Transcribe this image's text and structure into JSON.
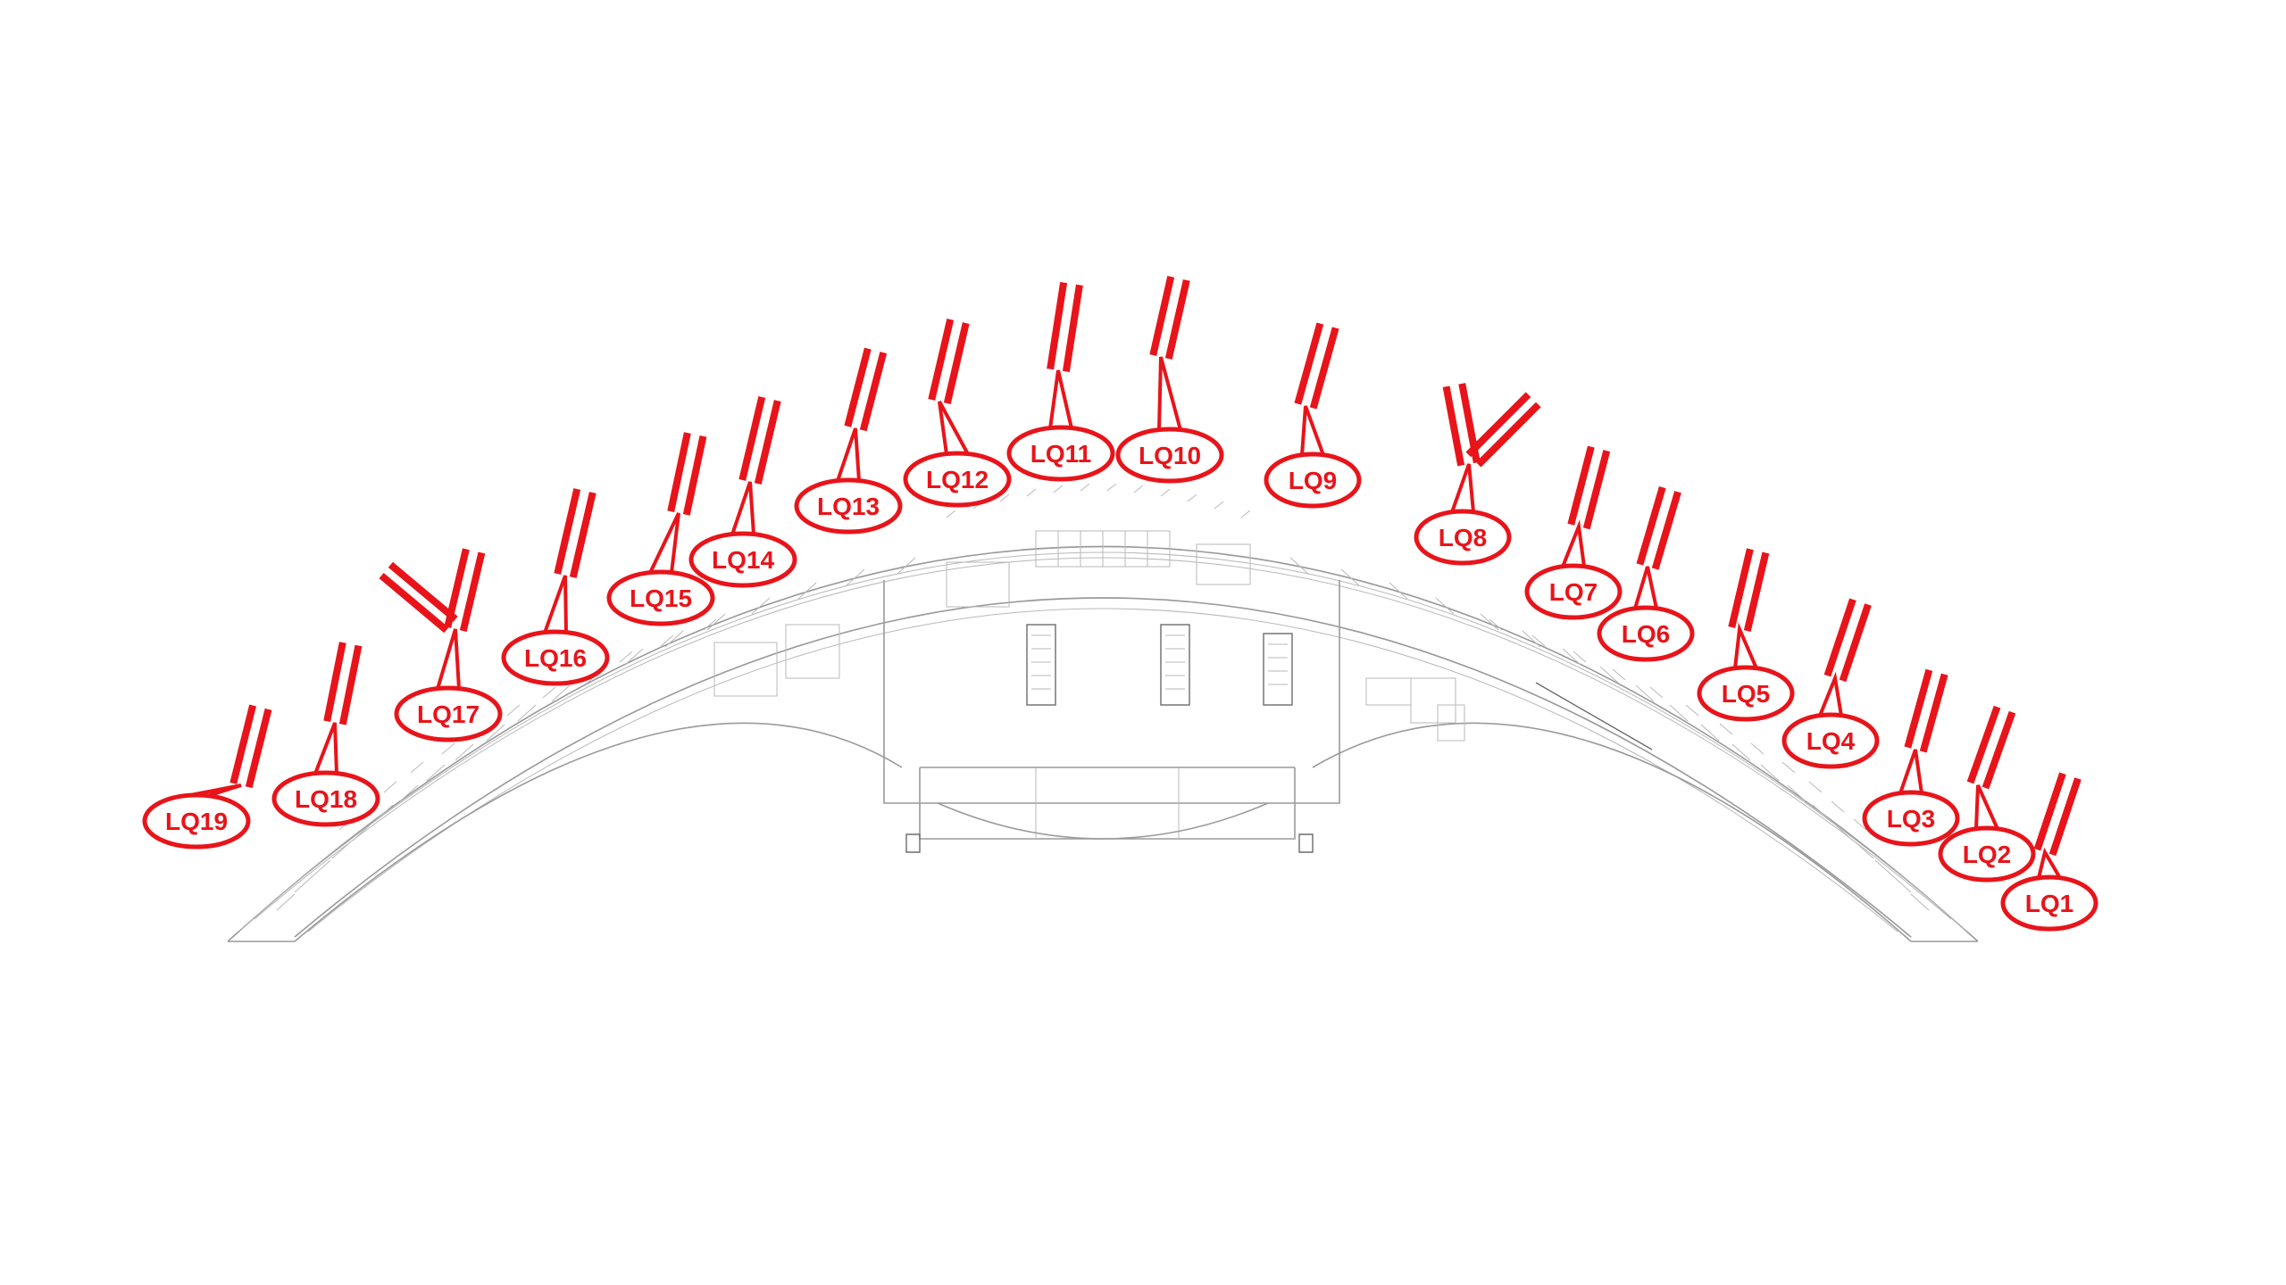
{
  "colors": {
    "accent": "#e8141a",
    "plan": "#9a9a9a",
    "background": "#ffffff"
  },
  "gates": [
    {
      "id": "LQ1",
      "label": "LQ1"
    },
    {
      "id": "LQ2",
      "label": "LQ2"
    },
    {
      "id": "LQ3",
      "label": "LQ3"
    },
    {
      "id": "LQ4",
      "label": "LQ4"
    },
    {
      "id": "LQ5",
      "label": "LQ5"
    },
    {
      "id": "LQ6",
      "label": "LQ6"
    },
    {
      "id": "LQ7",
      "label": "LQ7"
    },
    {
      "id": "LQ8",
      "label": "LQ8"
    },
    {
      "id": "LQ9",
      "label": "LQ9"
    },
    {
      "id": "LQ10",
      "label": "LQ10"
    },
    {
      "id": "LQ11",
      "label": "LQ11"
    },
    {
      "id": "LQ12",
      "label": "LQ12"
    },
    {
      "id": "LQ13",
      "label": "LQ13"
    },
    {
      "id": "LQ14",
      "label": "LQ14"
    },
    {
      "id": "LQ15",
      "label": "LQ15"
    },
    {
      "id": "LQ16",
      "label": "LQ16"
    },
    {
      "id": "LQ17",
      "label": "LQ17"
    },
    {
      "id": "LQ18",
      "label": "LQ18"
    },
    {
      "id": "LQ19",
      "label": "LQ19"
    }
  ]
}
